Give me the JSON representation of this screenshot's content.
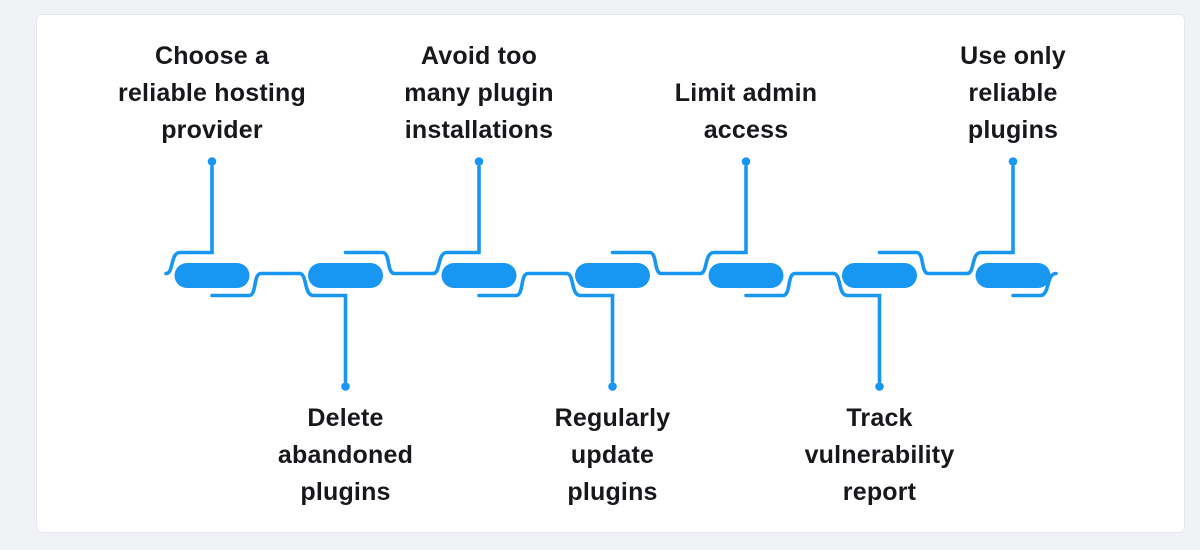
{
  "colors": {
    "accent": "#1797f2",
    "text": "#17181c",
    "page_bg": "#f1f2f6",
    "card_bg": "#ffffff",
    "card_border": "#e6e8ee"
  },
  "timeline": {
    "items": [
      {
        "id": 1,
        "position": "top",
        "label": "Choose a reliable hosting provider",
        "lines": [
          "Choose a",
          "reliable hosting",
          "provider"
        ]
      },
      {
        "id": 2,
        "position": "bottom",
        "label": "Delete abandoned plugins",
        "lines": [
          "Delete",
          "abandoned",
          "plugins"
        ]
      },
      {
        "id": 3,
        "position": "top",
        "label": "Avoid too many plugin installations",
        "lines": [
          "Avoid too",
          "many plugin",
          "installations"
        ]
      },
      {
        "id": 4,
        "position": "bottom",
        "label": "Regularly update plugins",
        "lines": [
          "Regularly",
          "update",
          "plugins"
        ]
      },
      {
        "id": 5,
        "position": "top",
        "label": "Limit admin access",
        "lines": [
          "Limit admin",
          "access"
        ]
      },
      {
        "id": 6,
        "position": "bottom",
        "label": "Track vulnerability report",
        "lines": [
          "Track",
          "vulnerability",
          "report"
        ]
      },
      {
        "id": 7,
        "position": "top",
        "label": "Use only reliable plugins",
        "lines": [
          "Use only",
          "reliable",
          "plugins"
        ]
      }
    ]
  }
}
